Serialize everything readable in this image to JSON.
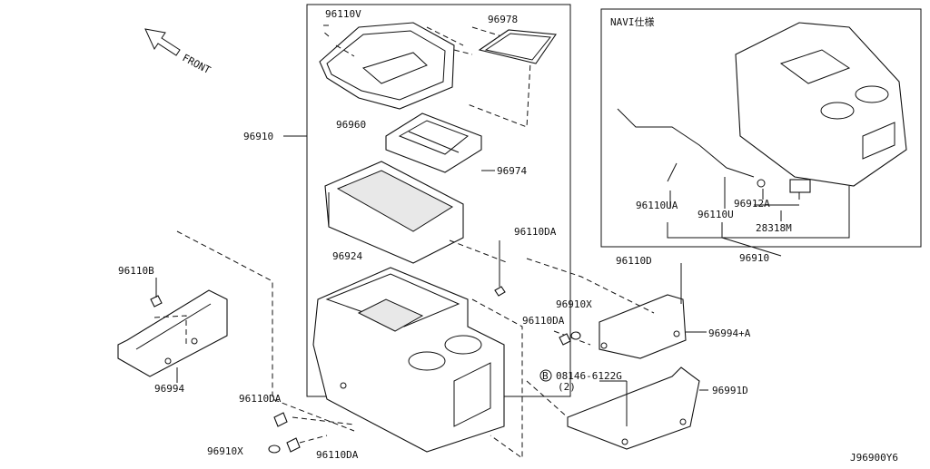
{
  "front_arrow": {
    "label": "FRONT"
  },
  "navi_box": {
    "title": "NAVI仕様"
  },
  "labels": {
    "p96110V": "96110V",
    "p96978": "96978",
    "p96960": "96960",
    "p96910_main": "96910",
    "p96974": "96974",
    "p96924": "96924",
    "p96110DA_top": "96110DA",
    "p96110B": "96110B",
    "p96994": "96994",
    "p96110D": "96110D",
    "p96910X_right": "96910X",
    "p96110DA_mid": "96110DA",
    "p96994A": "96994+A",
    "p08146": "08146-6122G",
    "p08146_qty": "(2)",
    "p96991D": "96991D",
    "p96110DA_left": "96110DA",
    "p96910X_bottom": "96910X",
    "p96110DA_bottom": "96110DA",
    "navi_96110UA": "96110UA",
    "navi_96110U": "96110U",
    "navi_96912A": "96912A",
    "navi_28318M": "28318M",
    "navi_96910": "96910"
  },
  "bolt_symbol": "B",
  "diagram_code": "J96900Y6"
}
